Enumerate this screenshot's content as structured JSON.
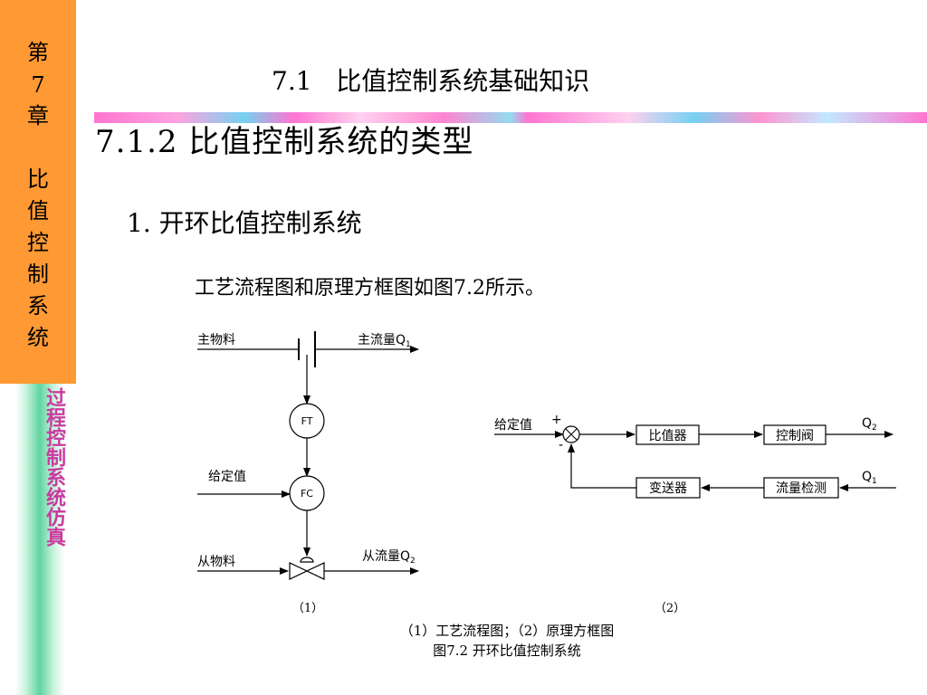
{
  "chapter_tab": [
    "第",
    "7",
    "章",
    "比",
    "值",
    "控",
    "制",
    "系",
    "统"
  ],
  "side_banner": "过程控制系统仿真",
  "header": {
    "title": "7.1   比值控制系统基础知识"
  },
  "section_heading": "7.1.2  比值控制系统的类型",
  "subsection_heading": "1. 开环比值控制系统",
  "intro_text": "工艺流程图和原理方框图如图7.2所示。",
  "diagram1": {
    "main_material": "主物料",
    "main_flow": "主流量Q",
    "main_flow_sub": "1",
    "ft": "FT",
    "setpoint": "给定值",
    "fc": "FC",
    "sub_material": "从物料",
    "sub_flow": "从流量Q",
    "sub_flow_sub": "2",
    "part_label": "（1）"
  },
  "diagram2": {
    "setpoint": "给定值",
    "plus": "+",
    "minus": "-",
    "ratio_block": "比值器",
    "valve_block": "控制阀",
    "output_label": "Q",
    "output_sub": "2",
    "transmitter_block": "变送器",
    "detect_block": "流量检测",
    "input_label": "Q",
    "input_sub": "1",
    "part_label": "（2）"
  },
  "caption": {
    "line1": "（1）工艺流程图；（2）原理方框图",
    "line2": "图7.2 开环比值控制系统"
  },
  "colors": {
    "chapter_tab": "#ff9933",
    "banner_text": "#c93aa0",
    "banner_green": "#5fd5a0"
  }
}
